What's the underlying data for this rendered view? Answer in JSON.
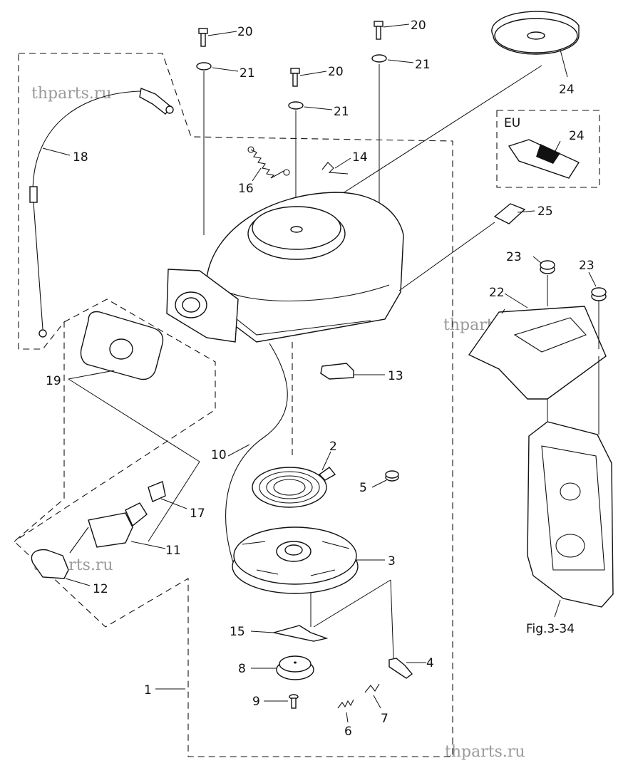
{
  "watermarks": [
    "thparts.ru",
    "thparts.ru",
    "thparts.ru"
  ],
  "region_label": "EU",
  "figure_ref": "Fig.3-34",
  "callouts": {
    "p1": "1",
    "p2": "2",
    "p3": "3",
    "p4": "4",
    "p5": "5",
    "p6": "6",
    "p7": "7",
    "p8": "8",
    "p9": "9",
    "p10": "10",
    "p11": "11",
    "p12": "12",
    "p13": "13",
    "p14": "14",
    "p15": "15",
    "p16": "16",
    "p17": "17",
    "p18": "18",
    "p19": "19",
    "p20a": "20",
    "p20b": "20",
    "p20c": "20",
    "p21a": "21",
    "p21b": "21",
    "p21c": "21",
    "p22": "22",
    "p23a": "23",
    "p23b": "23",
    "p24a": "24",
    "p24b": "24",
    "p25": "25"
  }
}
